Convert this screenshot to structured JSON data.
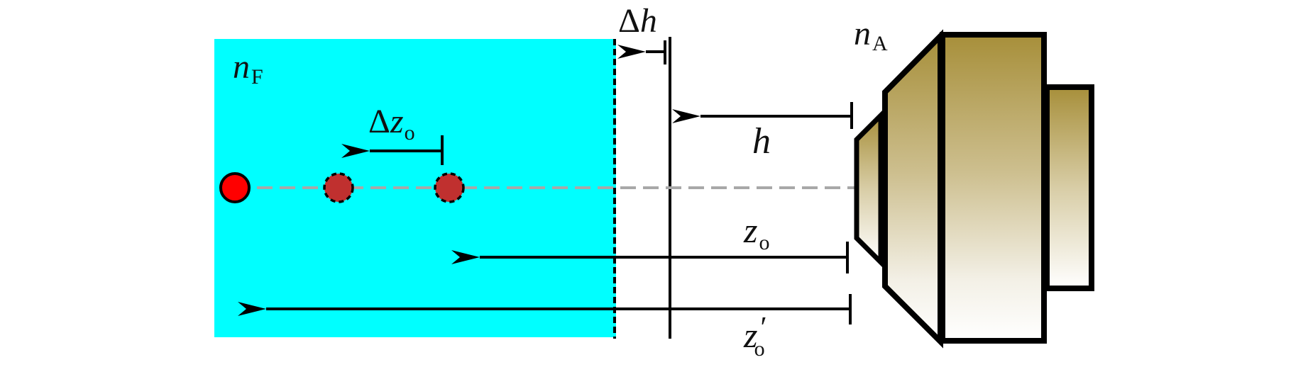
{
  "labels": {
    "n_f": {
      "main": "n",
      "sub": "F"
    },
    "n_a": {
      "main": "n",
      "sub": "A"
    },
    "delta_h": {
      "delta": "Δ",
      "main": "h"
    },
    "delta_zo": {
      "delta": "Δ",
      "main": "z",
      "sub": "o"
    },
    "h": {
      "main": "h"
    },
    "zo": {
      "main": "z",
      "sub": "o"
    },
    "zo_prime": {
      "main": "z",
      "sub": "o",
      "prime": "′"
    }
  },
  "colors": {
    "medium": "#00ffff",
    "point_solid": "#ff0000",
    "point_virtual": "#c0302f",
    "optical_axis": "#a8a8a8",
    "objective_gold": "#a78f3a",
    "line": "#000000"
  }
}
